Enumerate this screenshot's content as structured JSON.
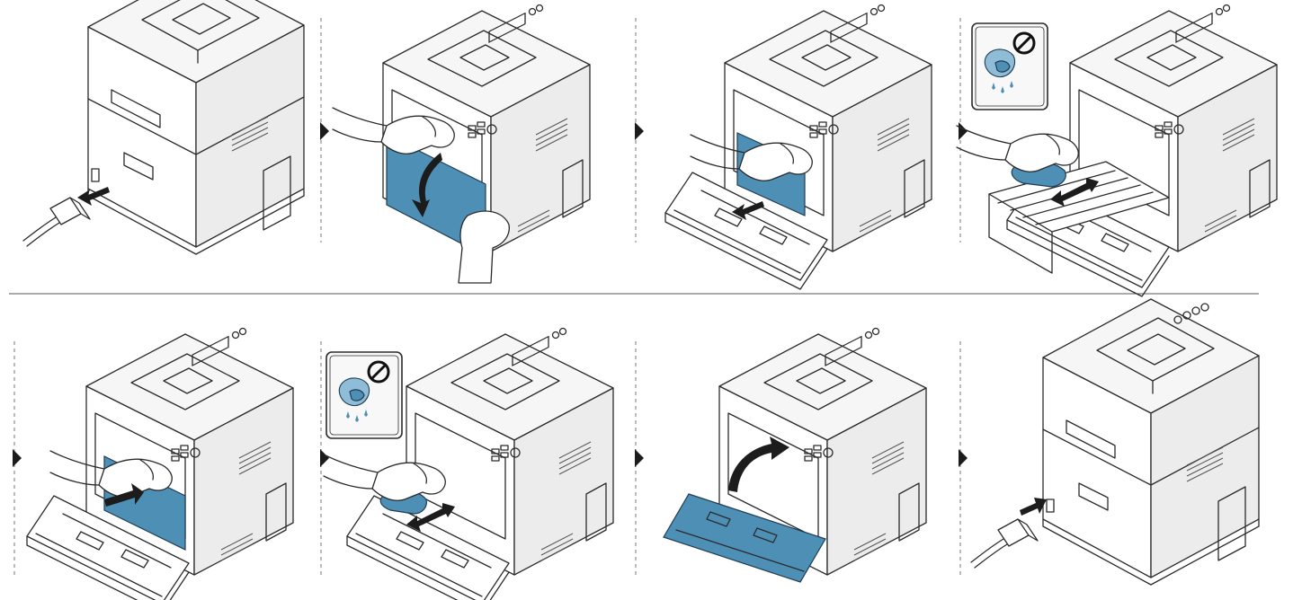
{
  "colors": {
    "accent_blue": "#4e8fb6",
    "line": "#2b2b2b",
    "background": "#ffffff"
  },
  "steps": [
    {
      "id": 1,
      "row": 1,
      "action": "unplug-power-cord",
      "icons": [
        "printer-icon",
        "power-cord-icon",
        "arrow-out-icon"
      ]
    },
    {
      "id": 2,
      "row": 1,
      "action": "open-front-cover",
      "icons": [
        "printer-icon",
        "hands-icon",
        "curved-arrow-down-icon"
      ]
    },
    {
      "id": 3,
      "row": 1,
      "action": "remove-waste-toner-container",
      "icons": [
        "printer-icon",
        "hand-icon",
        "arrow-out-icon"
      ]
    },
    {
      "id": 4,
      "row": 1,
      "action": "wipe-inside-with-dry-cloth",
      "icons": [
        "printer-icon",
        "cloth-icon",
        "double-arrow-icon",
        "no-water-icon"
      ]
    },
    {
      "id": 5,
      "row": 2,
      "action": "insert-waste-toner-container",
      "icons": [
        "printer-icon",
        "hand-icon",
        "arrow-in-icon"
      ]
    },
    {
      "id": 6,
      "row": 2,
      "action": "wipe-front-area-with-dry-cloth",
      "icons": [
        "printer-icon",
        "cloth-icon",
        "double-arrow-icon",
        "no-water-icon"
      ]
    },
    {
      "id": 7,
      "row": 2,
      "action": "close-front-cover",
      "icons": [
        "printer-icon",
        "curved-arrow-up-icon"
      ]
    },
    {
      "id": 8,
      "row": 2,
      "action": "plug-in-power-cord",
      "icons": [
        "printer-icon",
        "power-cord-icon",
        "arrow-in-icon"
      ]
    }
  ]
}
